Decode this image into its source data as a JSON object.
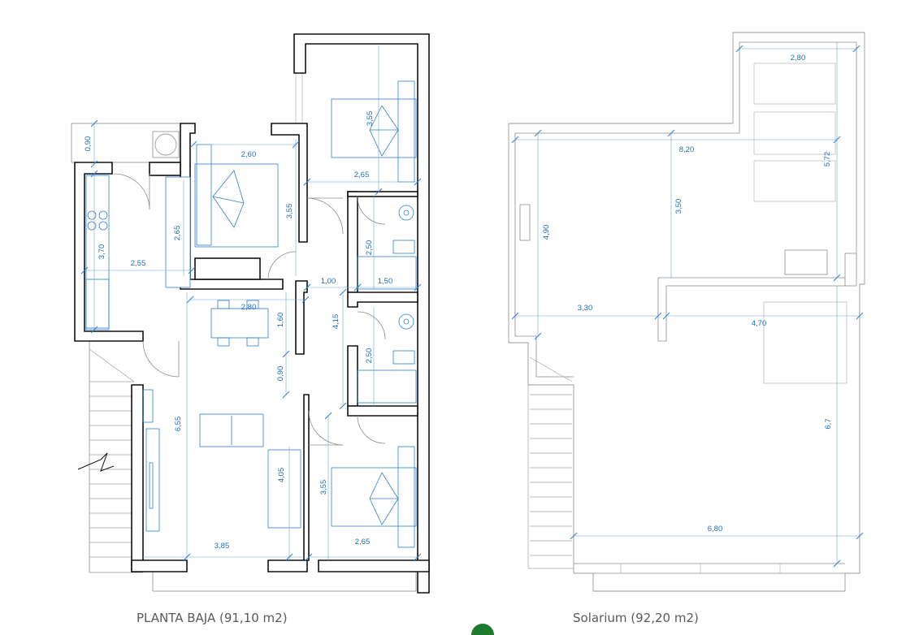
{
  "captions": {
    "ground_floor": "PLANTA BAJA (91,10 m2)",
    "solarium": "Solarium (92,20 m2)"
  },
  "ground_floor_dims": {
    "d_090_top": "0,90",
    "d_260": "2,60",
    "d_355_bed1": "3,55",
    "d_265_kitchen": "2,65",
    "d_370": "3,70",
    "d_255": "2,55",
    "d_355_bed2": "3,55",
    "d_265_bed2": "2,65",
    "d_250_bath1": "2,50",
    "d_100": "1,00",
    "d_150": "1,50",
    "d_280": "2,80",
    "d_160": "1,60",
    "d_415": "4,15",
    "d_250_bath2": "2,50",
    "d_090_hall": "0,90",
    "d_655": "6,55",
    "d_405": "4,05",
    "d_355_bed3": "3,55",
    "d_265_bed3": "2,65",
    "d_385": "3,85"
  },
  "solarium_dims": {
    "d_280": "2,80",
    "d_820": "8,20",
    "d_572": "5,72",
    "d_350": "3,50",
    "d_490": "4,90",
    "d_330": "3,30",
    "d_470": "4,70",
    "d_67": "6,7",
    "d_680": "6,80"
  },
  "colors": {
    "walls": "#111111",
    "dimensions": "#1f6fb8",
    "furniture": "#2e7fd0",
    "captions": "#5a5a5a"
  }
}
